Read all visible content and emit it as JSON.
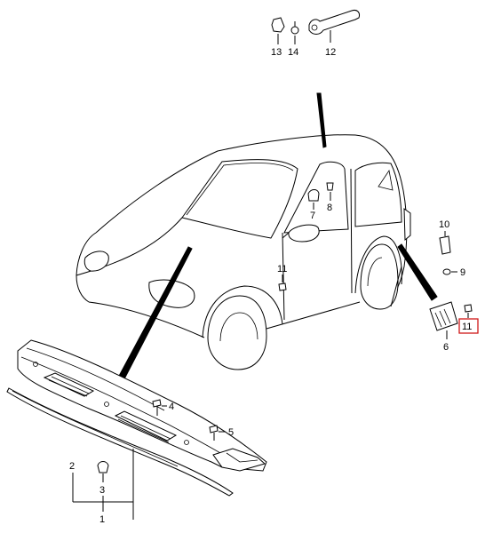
{
  "labels": {
    "p1": "1",
    "p2": "2",
    "p3": "3",
    "p4": "4",
    "p5": "5",
    "p6": "6",
    "p7": "7",
    "p8": "8",
    "p9": "9",
    "p10": "10",
    "p11_body": "11",
    "p11_highlighted": "11",
    "p12": "12",
    "p13": "13",
    "p14": "14"
  },
  "colors": {
    "highlight_box": "#d01818",
    "line": "#000000",
    "background": "#ffffff"
  }
}
